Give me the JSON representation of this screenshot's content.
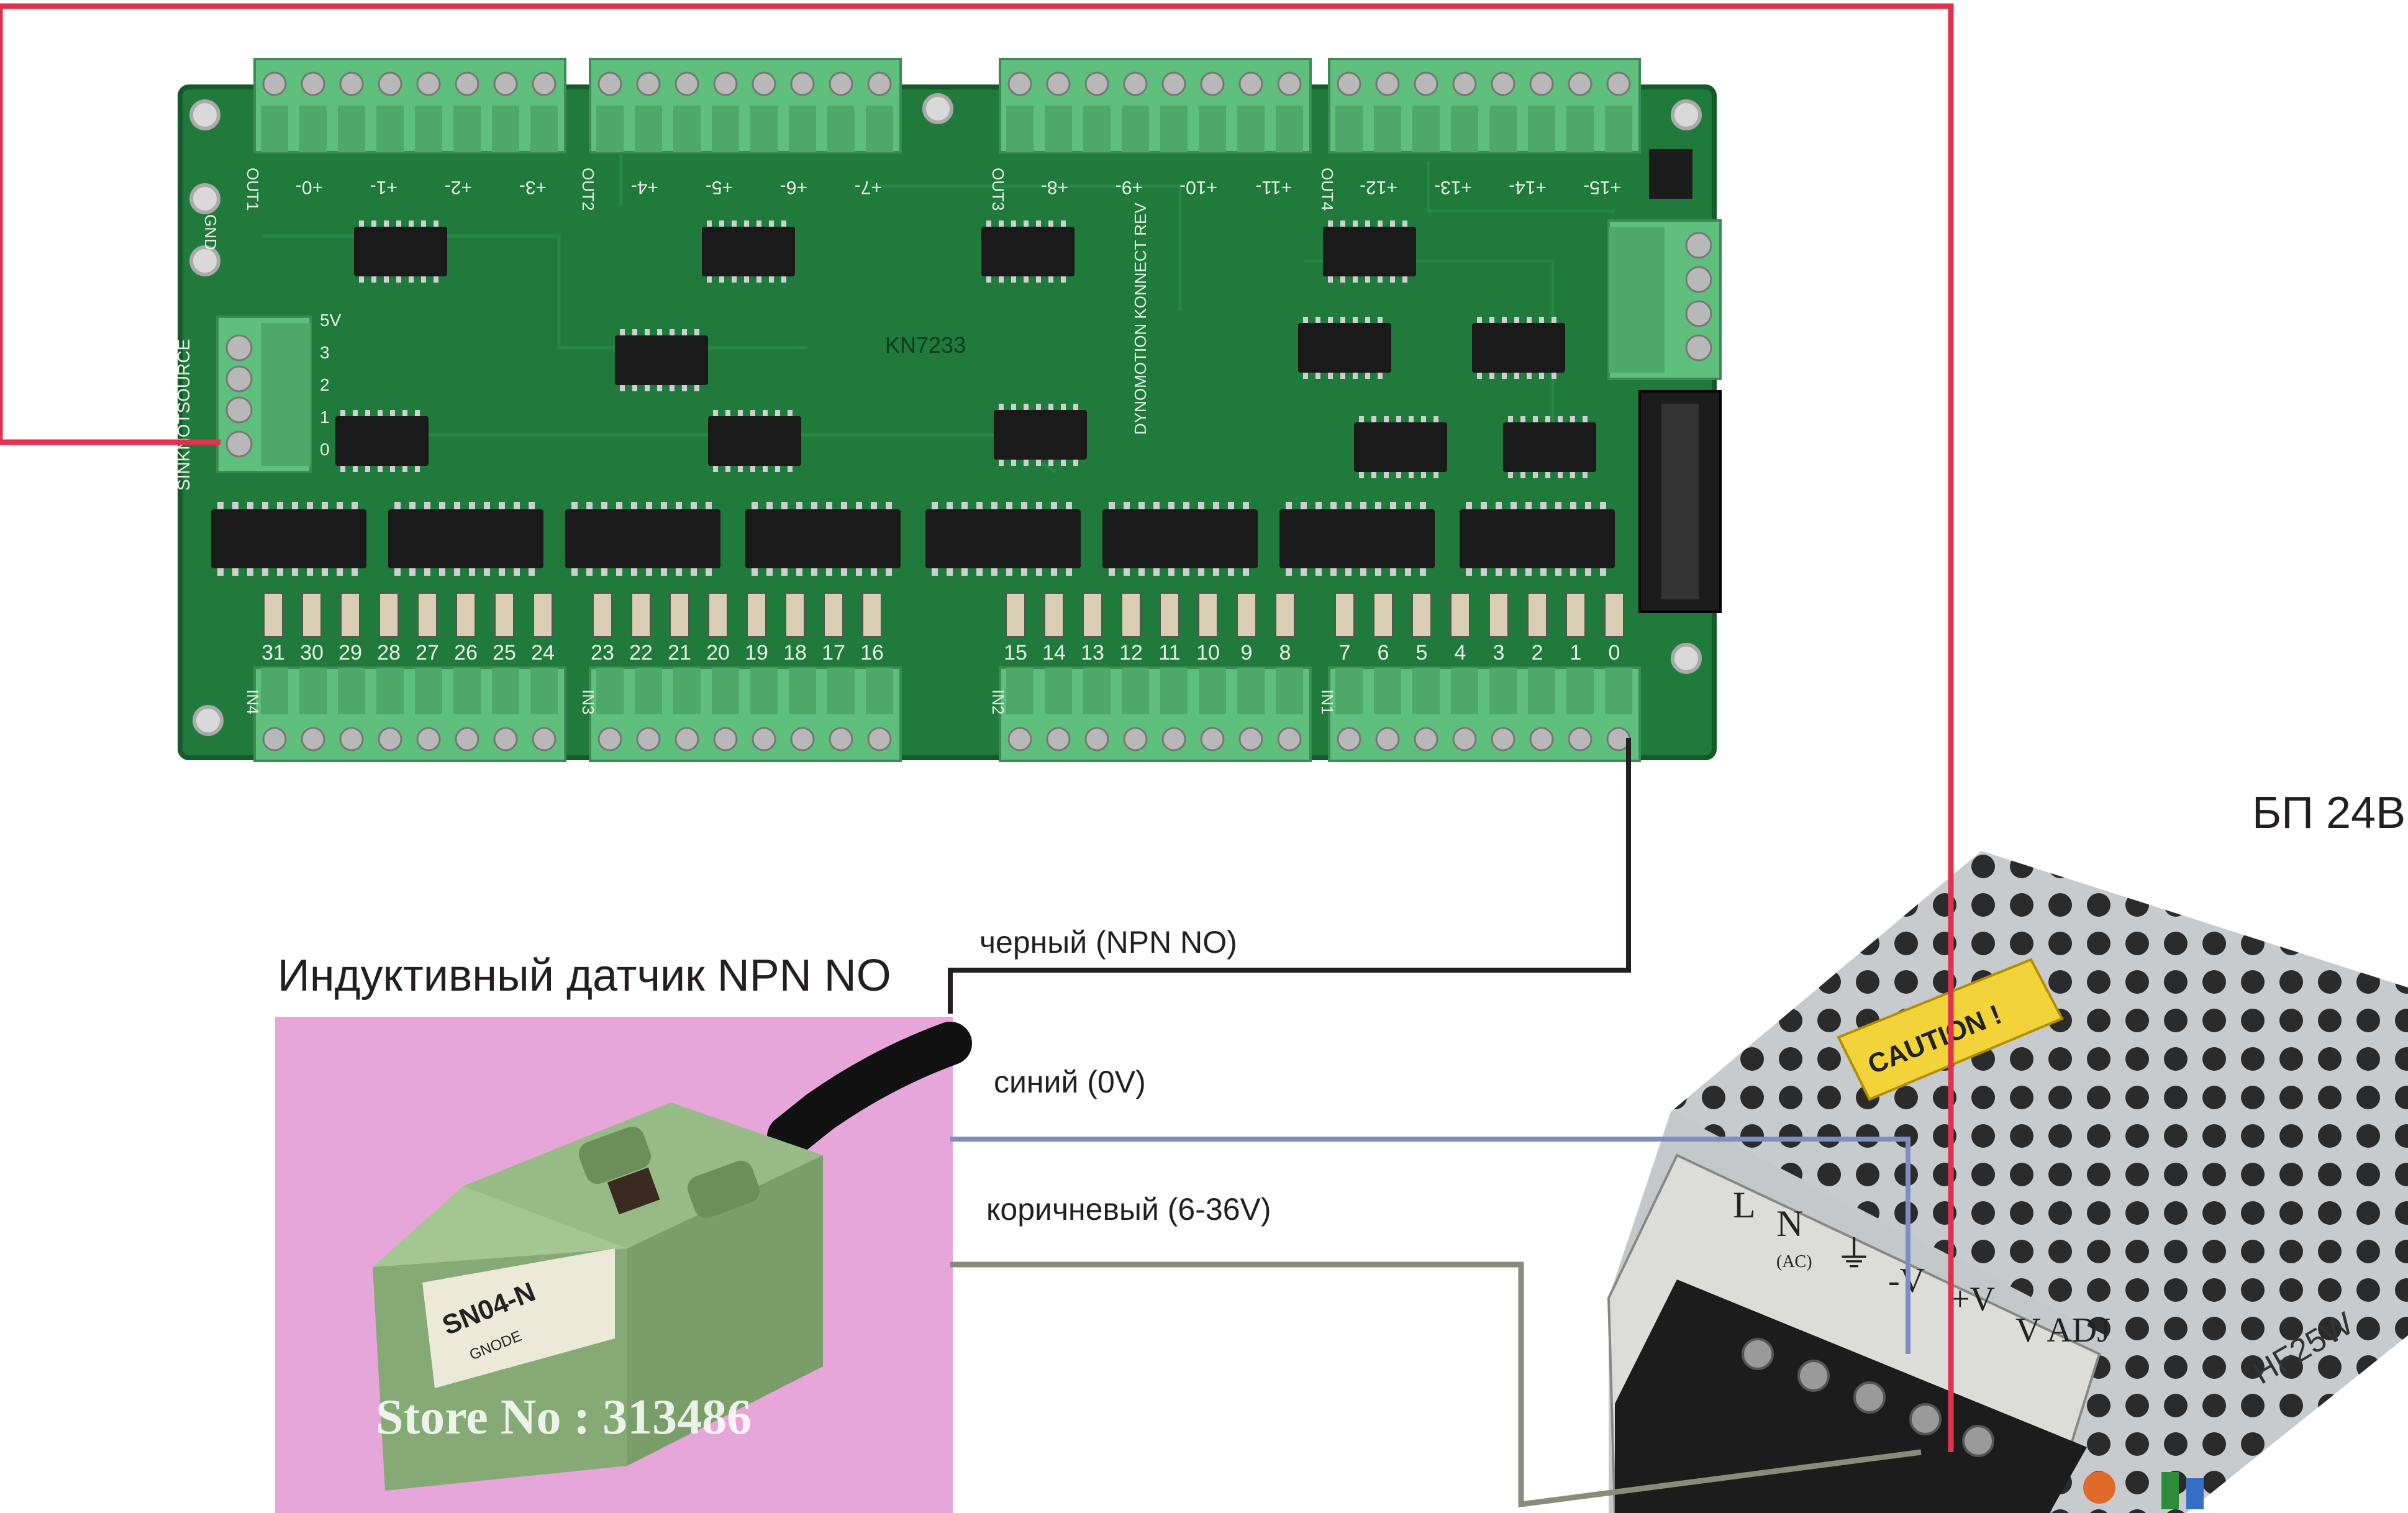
{
  "labels": {
    "psu": "БП 24В",
    "sensor_title": "Индуктивный датчик  NPN NO",
    "wire_black": "черный (NPN NO)",
    "wire_blue": "синий (0V)",
    "wire_brown": "коричневый (6-36V)"
  },
  "board": {
    "silkscreen": "KN7233",
    "brand": "DYNOMOTION KONNECT REV",
    "out_headers": [
      "OUT1",
      "OUT2",
      "OUT3",
      "OUT4"
    ],
    "in_headers": [
      "IN4",
      "IN3",
      "IN2",
      "IN1"
    ],
    "input_numbers": [
      "31",
      "30",
      "29",
      "28",
      "27",
      "26",
      "25",
      "24",
      "23",
      "22",
      "21",
      "20",
      "19",
      "18",
      "17",
      "16",
      "15",
      "14",
      "13",
      "12",
      "11",
      "10",
      "9",
      "8",
      "7",
      "6",
      "5",
      "4",
      "3",
      "2",
      "1",
      "0"
    ],
    "output_labels": [
      "+0-",
      "+1-",
      "+2-",
      "+3-",
      "+4-",
      "+5-",
      "+6-",
      "+7-",
      "+8-",
      "+9-",
      "+10-",
      "+11-",
      "+12-",
      "+13-",
      "+14-",
      "+15-"
    ],
    "left_header": "SINKNOTSOURCE",
    "left_pin_labels": [
      "5V",
      "3",
      "2",
      "1",
      "0"
    ],
    "gnd_label": "GND"
  },
  "sensor_photo": {
    "model": "SN04-N",
    "brand": "GNODE",
    "watermark": "Store No : 313486"
  },
  "psu_photo": {
    "terminals": [
      "L",
      "N",
      "(AC)",
      "⏚",
      "-V",
      "+V",
      "V ADJ"
    ],
    "caution": "CAUTION !",
    "model": "HF25W"
  },
  "colors": {
    "red_wire": "#e0314e",
    "black_wire": "#231f20",
    "blue_wire": "#7f8ec0",
    "brown_wire": "#8b8b7a",
    "pcb": "#1f7a3c",
    "terminal": "#5fbf7d",
    "sensor_bg": "#e6a6d9",
    "sensor_body": "#8eb27e"
  }
}
